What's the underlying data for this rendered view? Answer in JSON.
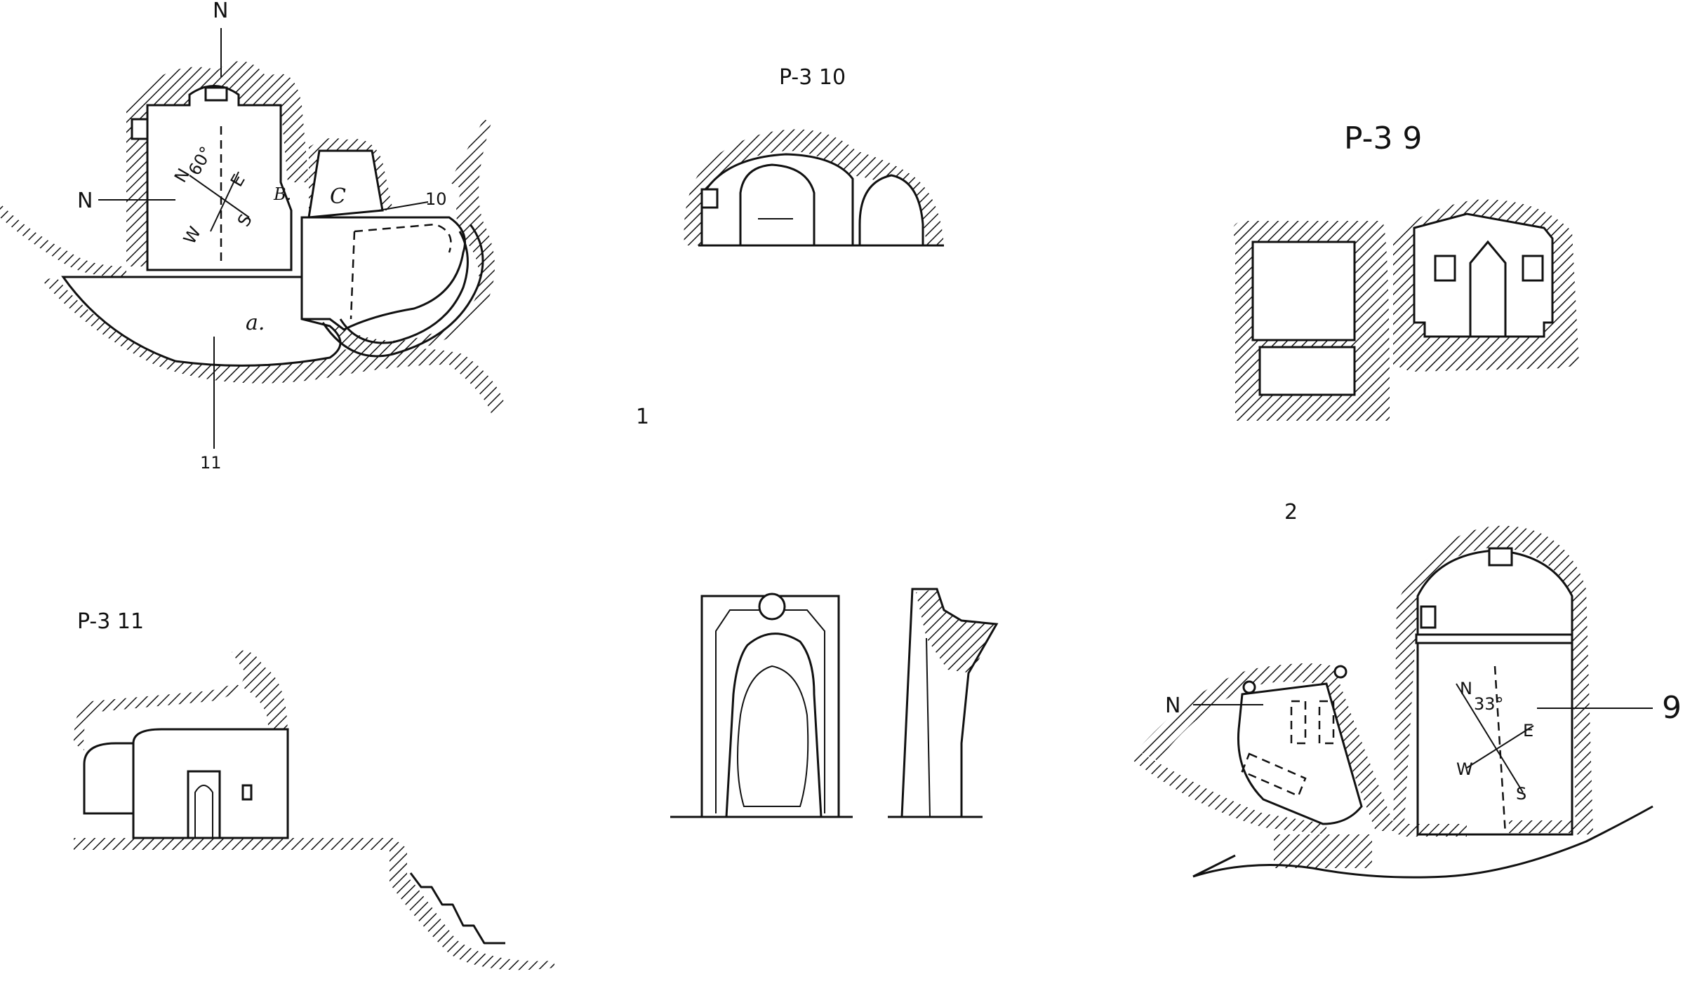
{
  "labels": {
    "n_top": "N",
    "n_left": "N",
    "room_b": "B.",
    "room_c": "C",
    "mark_10": "10",
    "room_a": "a.",
    "mark_11": "11",
    "compass1_n": "N",
    "compass1_angle": "60°",
    "compass1_e": "E",
    "compass1_w": "W",
    "compass1_s": "S",
    "section_p3_10": "P-3 10",
    "figure_1": "1",
    "section_p3_9": "P-3 9",
    "figure_2": "2",
    "section_p3_11": "P-3 11",
    "n_plan2": "N",
    "compass2_n": "N",
    "compass2_angle": "33°",
    "compass2_e": "E",
    "compass2_w": "W",
    "compass2_s": "S",
    "mark_9": "9"
  },
  "colors": {
    "ink": "#111111",
    "paper": "#ffffff"
  }
}
